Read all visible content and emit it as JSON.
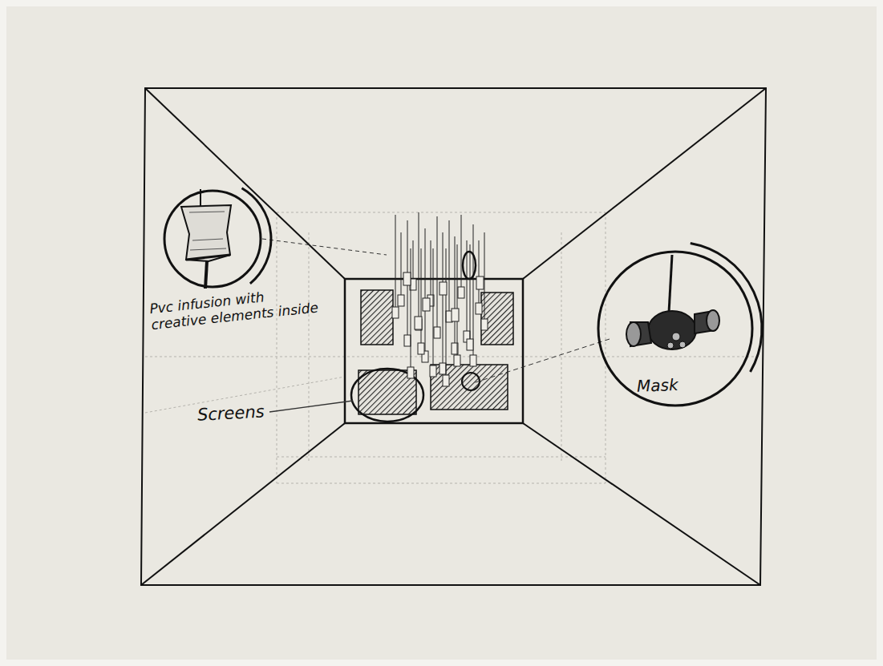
{
  "diagram": {
    "nodes": [
      {
        "text": [
          "Pvc infusion with creative elements inside"
        ]
      },
      {
        "text": [
          "Mask"
        ]
      }
    ],
    "labels": [
      "Screens"
    ]
  }
}
